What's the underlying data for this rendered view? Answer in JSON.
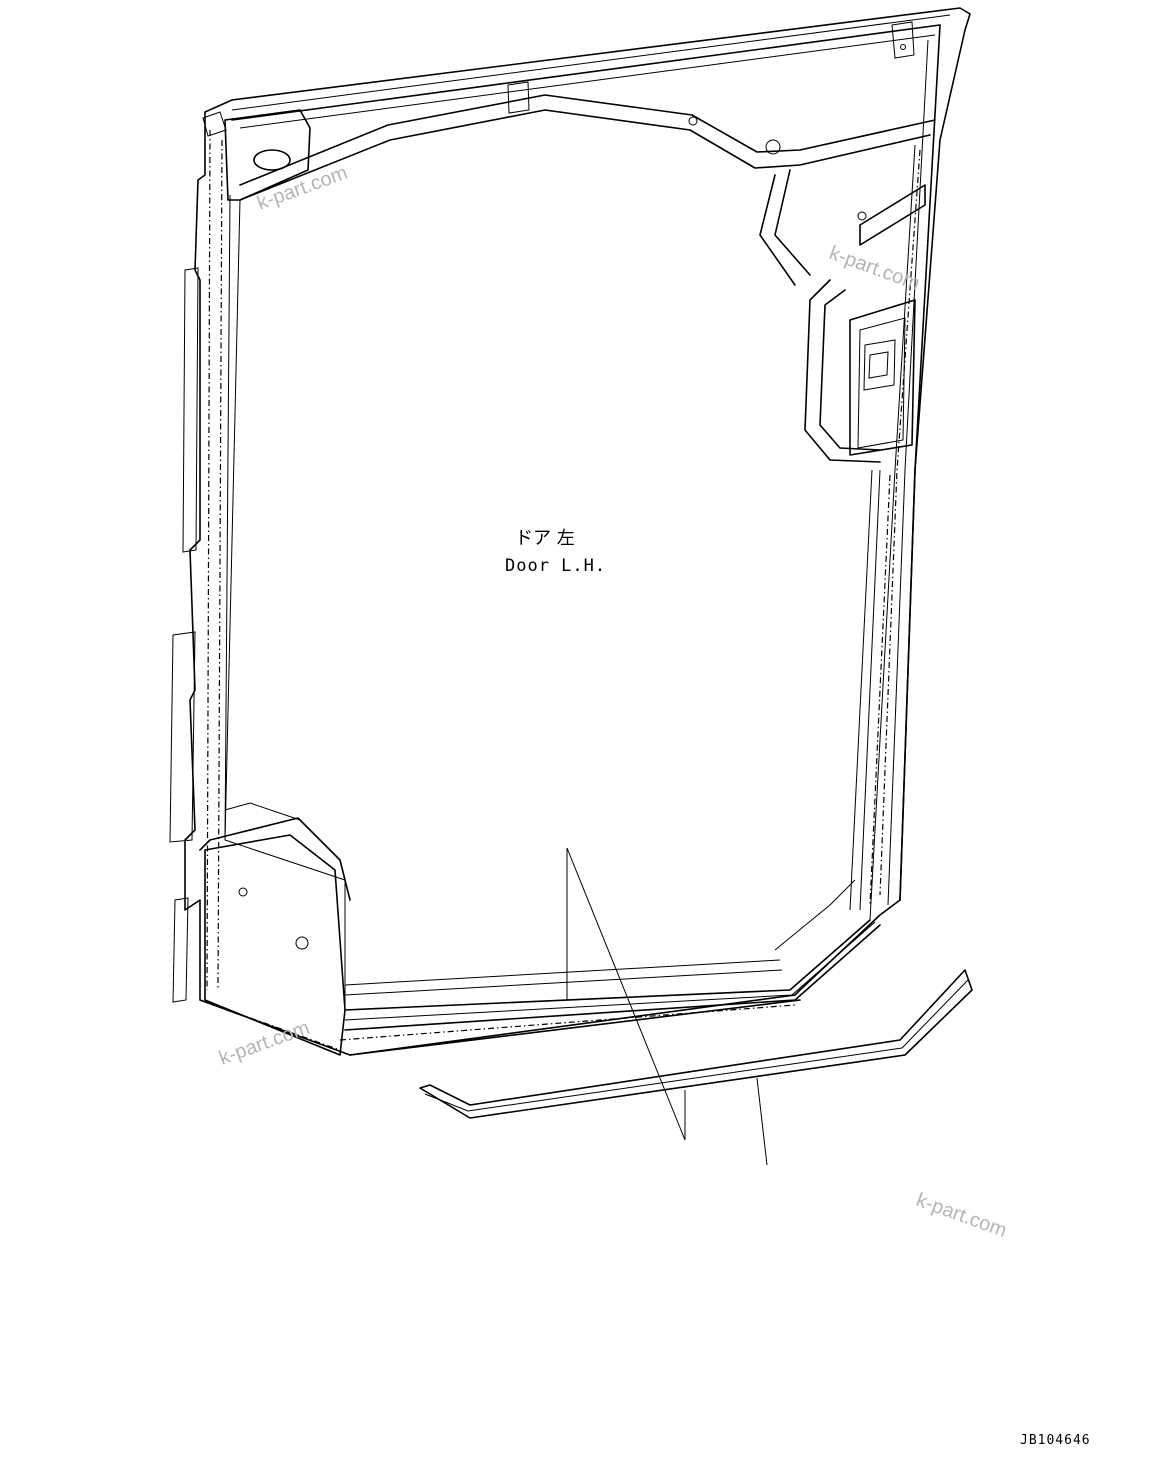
{
  "label": {
    "jp": "ドア 左",
    "en": "Door L.H."
  },
  "watermarks": [
    "k-part.com",
    "k-part.com",
    "k-part.com",
    "k-part.com"
  ],
  "drawing_code": "JB104646"
}
